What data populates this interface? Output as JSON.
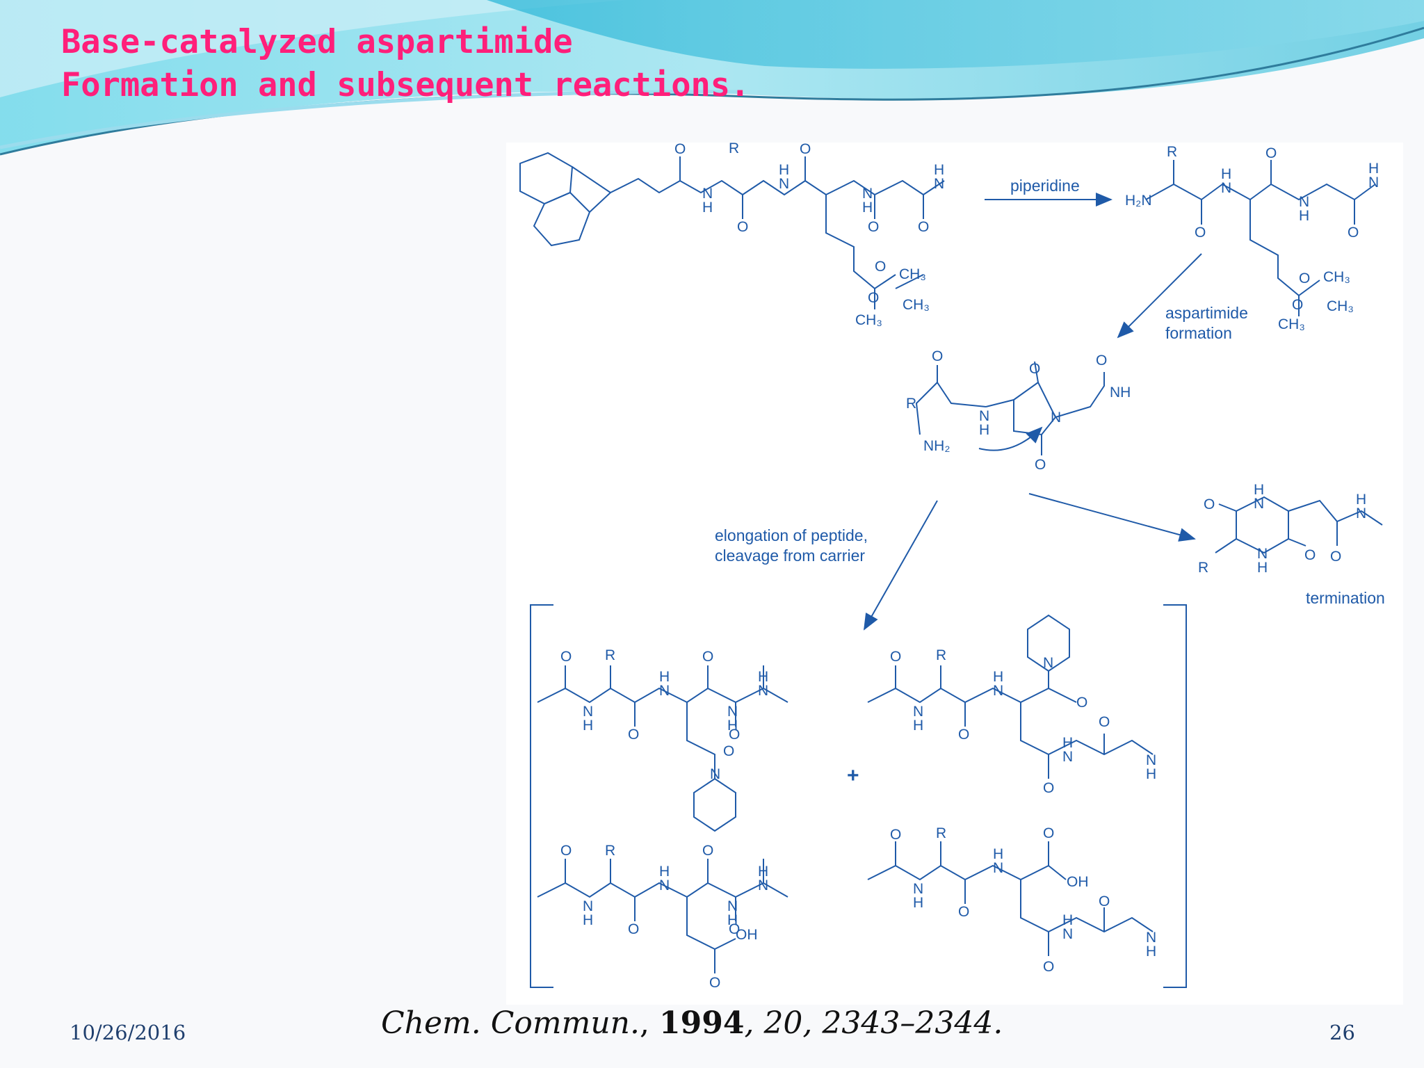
{
  "slide": {
    "title_line1": "Base-catalyzed aspartimide",
    "title_line2": "Formation and subsequent reactions.",
    "date": "10/26/2016",
    "page_number": "26",
    "citation": {
      "journal": "Chem. Commun.",
      "year": "1994",
      "rest": ", 20, 2343–2344."
    }
  },
  "scheme": {
    "reagent_piperidine": "piperidine",
    "step_aspartimide_1": "aspartimide",
    "step_aspartimide_2": "formation",
    "step_elongation_1": "elongation of peptide,",
    "step_elongation_2": "cleavage from carrier",
    "step_termination": "termination",
    "plus_sign": "+"
  },
  "colors": {
    "title": "#ff1f7a",
    "scheme": "#1f5aa8",
    "footer": "#1f3f6e",
    "header_wave": "#38c4de"
  }
}
